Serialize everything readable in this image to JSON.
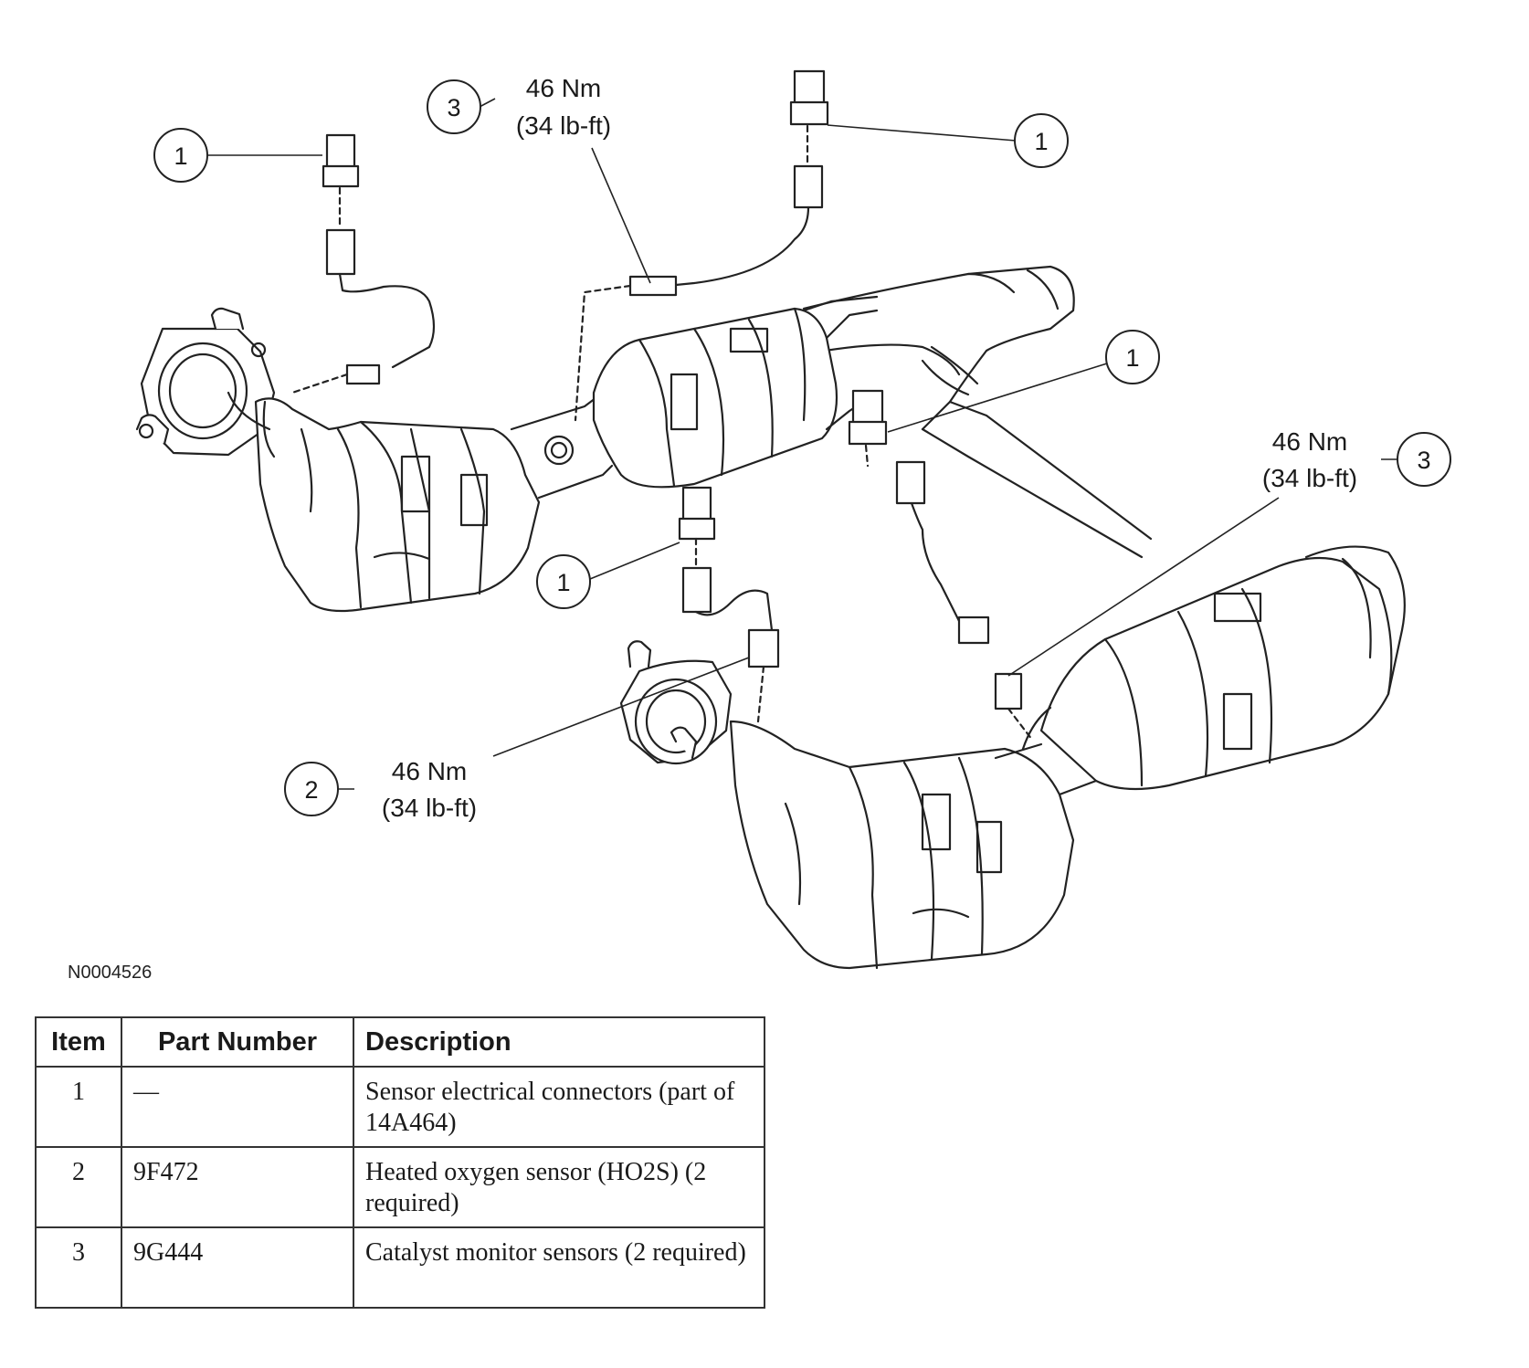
{
  "figure": {
    "id": "N0004526",
    "callouts": [
      {
        "num": "1"
      },
      {
        "num": "1"
      },
      {
        "num": "1"
      },
      {
        "num": "1"
      },
      {
        "num": "2"
      },
      {
        "num": "3"
      },
      {
        "num": "3"
      }
    ],
    "torque_labels": [
      {
        "line1": "46 Nm",
        "line2": "(34 lb-ft)"
      },
      {
        "line1": "46 Nm",
        "line2": "(34 lb-ft)"
      },
      {
        "line1": "46 Nm",
        "line2": "(34 lb-ft)"
      }
    ]
  },
  "table": {
    "headers": [
      "Item",
      "Part Number",
      "Description"
    ],
    "rows": [
      {
        "item": "1",
        "part": "—",
        "desc": "Sensor electrical connectors (part of 14A464)"
      },
      {
        "item": "2",
        "part": "9F472",
        "desc": "Heated oxygen sensor (HO2S) (2 required)"
      },
      {
        "item": "3",
        "part": "9G444",
        "desc": "Catalyst monitor sensors (2 required)"
      }
    ]
  }
}
